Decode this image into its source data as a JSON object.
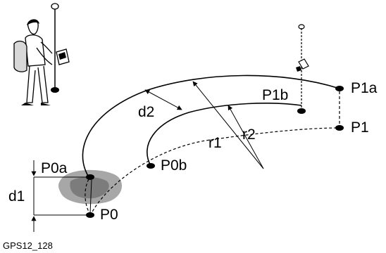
{
  "labels": {
    "p0": "P0",
    "p0a": "P0a",
    "p0b": "P0b",
    "p1": "P1",
    "p1a": "P1a",
    "p1b": "P1b",
    "d1": "d1",
    "d2": "d2",
    "r1": "r1",
    "r2": "r2"
  },
  "caption": "GPS12_128",
  "icons": {
    "surveyor": "surveyor-with-gps-pole-icon",
    "pole": "gps-pole-icon"
  }
}
